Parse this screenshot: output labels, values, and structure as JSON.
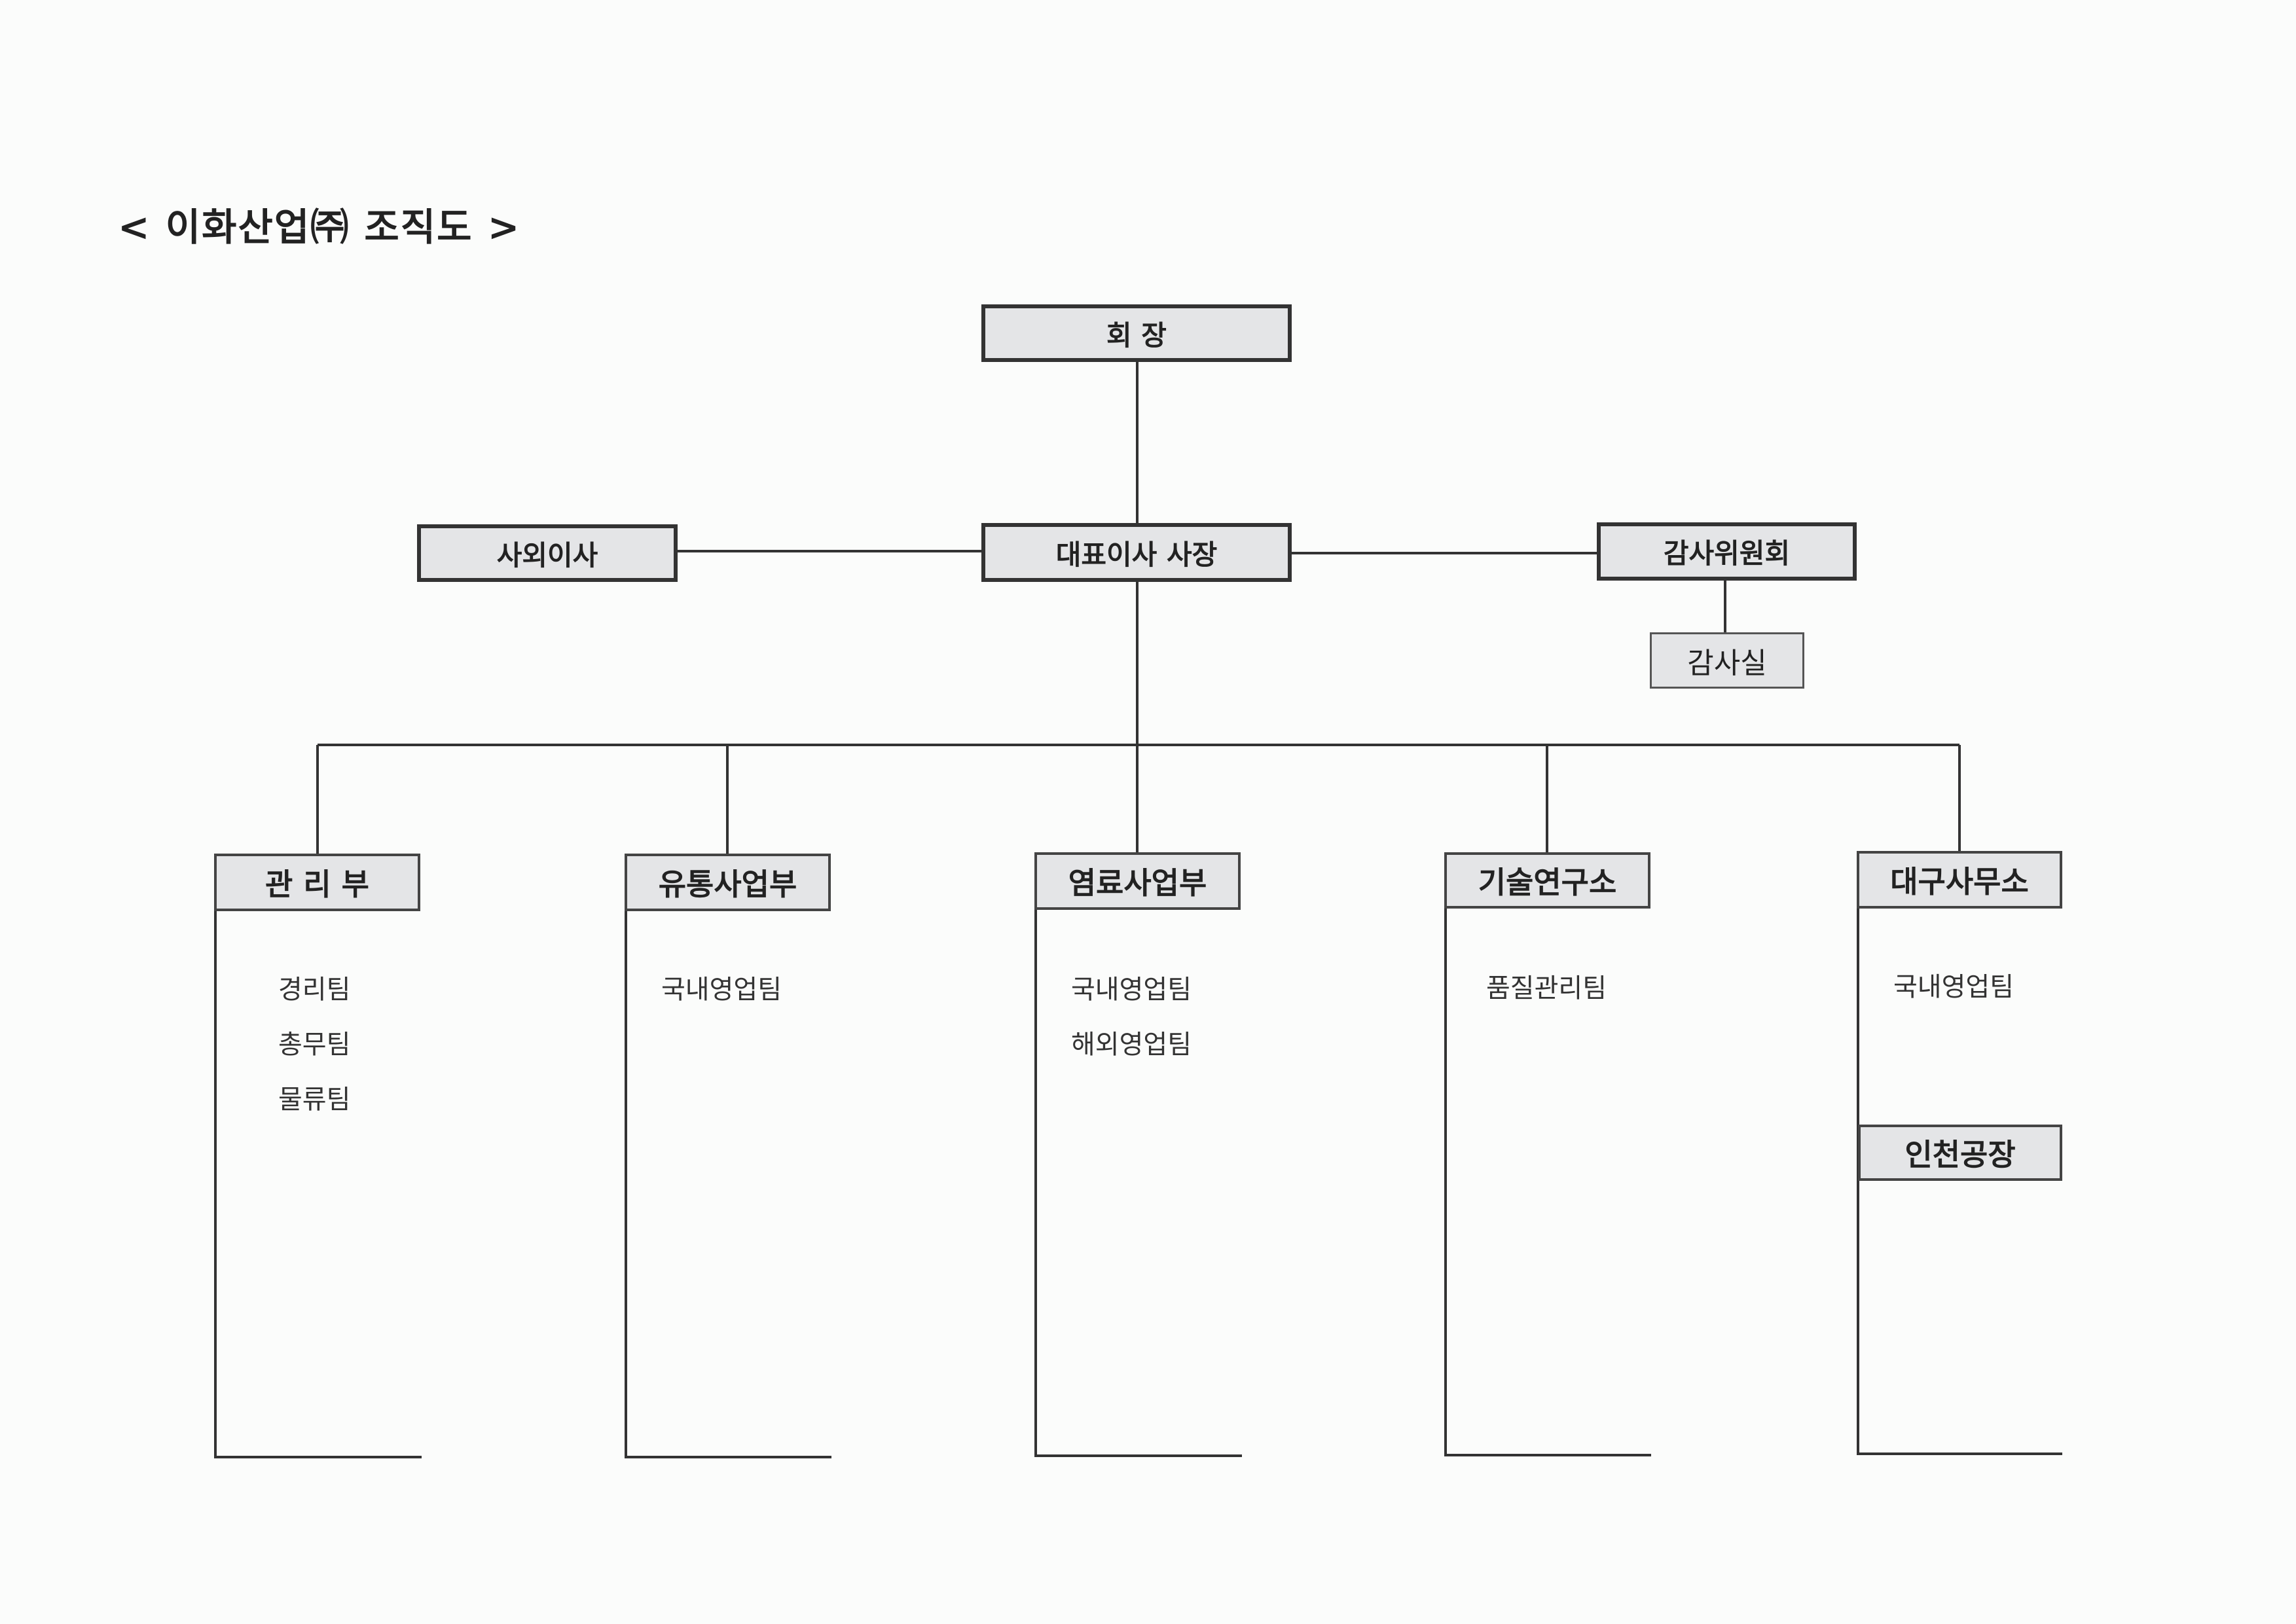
{
  "title": "< 이화산업㈜ 조직도 >",
  "nodes": {
    "chairman": "회 장",
    "ceo": "대표이사 사장",
    "outside_director": "사외이사",
    "audit_committee": "감사위원회",
    "audit_office": "감사실"
  },
  "departments": [
    {
      "name": "관 리 부",
      "teams": [
        "경리팀",
        "총무팀",
        "물류팀"
      ]
    },
    {
      "name": "유통사업부",
      "teams": [
        "국내영업팀"
      ]
    },
    {
      "name": "염료사업부",
      "teams": [
        "국내영업팀",
        "해외영업팀"
      ]
    },
    {
      "name": "기술연구소",
      "teams": [
        "품질관리팀"
      ]
    },
    {
      "name": "대구사무소",
      "teams": [
        "국내영업팀"
      ],
      "sub_unit": "인천공장"
    }
  ]
}
